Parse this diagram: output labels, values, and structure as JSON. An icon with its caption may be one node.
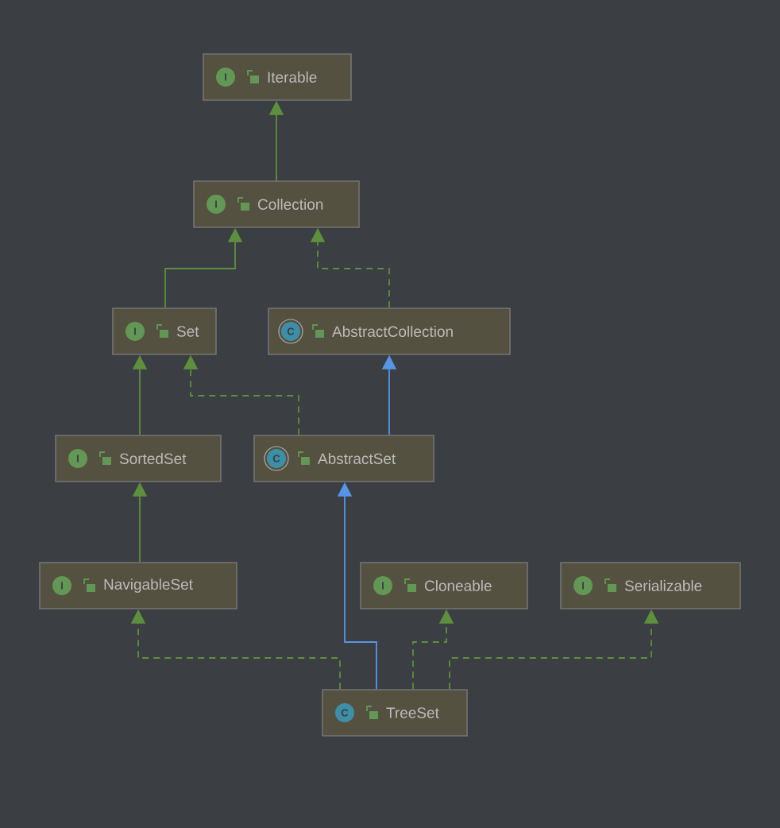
{
  "diagram": {
    "nodes": [
      {
        "text": [
          "I",
          "Iterable"
        ]
      },
      {
        "text": [
          "I",
          "Collection"
        ]
      },
      {
        "text": [
          "I",
          "Set"
        ]
      },
      {
        "text": [
          "C",
          "AbstractCollection"
        ]
      },
      {
        "text": [
          "I",
          "SortedSet"
        ]
      },
      {
        "text": [
          "C",
          "AbstractSet"
        ]
      },
      {
        "text": [
          "I",
          "NavigableSet"
        ]
      },
      {
        "text": [
          "I",
          "Cloneable"
        ]
      },
      {
        "text": [
          "I",
          "Serializable"
        ]
      },
      {
        "text": [
          "C",
          "TreeSet"
        ]
      }
    ],
    "edges": [
      {
        "from": 1,
        "to": 0,
        "arrow": "to"
      },
      {
        "from": 2,
        "to": 1,
        "arrow": "to"
      },
      {
        "from": 3,
        "to": 1,
        "arrow": "to",
        "style": "dashed"
      },
      {
        "from": 4,
        "to": 2,
        "arrow": "to"
      },
      {
        "from": 5,
        "to": 2,
        "arrow": "to",
        "style": "dashed"
      },
      {
        "from": 5,
        "to": 3,
        "arrow": "to",
        "color": "#5794e6"
      },
      {
        "from": 6,
        "to": 4,
        "arrow": "to"
      },
      {
        "from": 9,
        "to": 6,
        "arrow": "to",
        "style": "dashed"
      },
      {
        "from": 9,
        "to": 5,
        "arrow": "to",
        "color": "#5794e6"
      },
      {
        "from": 9,
        "to": 7,
        "arrow": "to",
        "style": "dashed"
      },
      {
        "from": 9,
        "to": 8,
        "arrow": "to",
        "style": "dashed"
      }
    ]
  }
}
